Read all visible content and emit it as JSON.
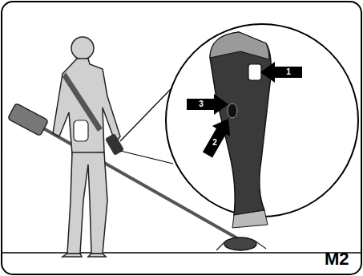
{
  "diagram": {
    "labels": [
      "1",
      "2",
      "3",
      "M2"
    ]
  }
}
